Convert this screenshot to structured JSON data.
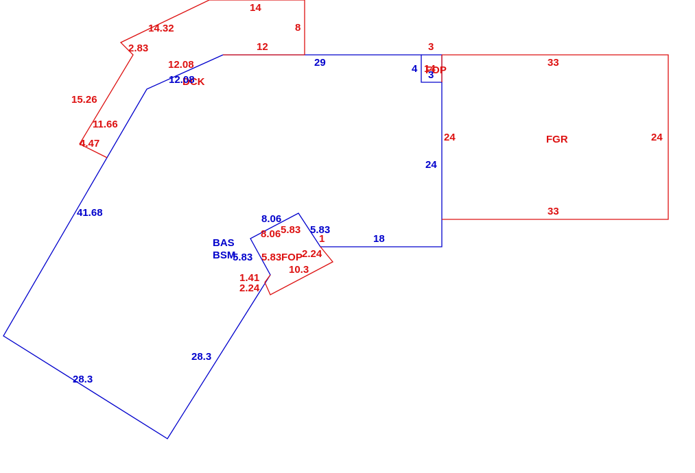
{
  "colors": {
    "blue": "#0000cc",
    "red": "#dd1111",
    "background": "#ffffff"
  },
  "area_labels": {
    "bas": "BAS",
    "bsm": "BSM",
    "dck": "DCK",
    "fop_large": "FOP",
    "fop_small": "FOP",
    "fgr": "FGR"
  },
  "dimensions": {
    "blue": {
      "top_29": "29",
      "right_24": "24",
      "bottom_18": "18",
      "notch_4": "4",
      "notch_3": "3",
      "diag_12_08": "12.08",
      "diag_41_68": "41.68",
      "bottom_left_28_3": "28.3",
      "inner_28_3": "28.3",
      "bay_8_06": "8.06",
      "bay_5_83_left": "5.83",
      "bay_5_83_right": "5.83"
    },
    "red": {
      "dck_14": "14",
      "dck_8": "8",
      "dck_12": "12",
      "dck_14_32": "14.32",
      "dck_2_83": "2.83",
      "dck_12_08": "12.08",
      "dck_15_26": "15.26",
      "dck_11_66": "11.66",
      "dck_4_47": "4.47",
      "fop_3": "3",
      "fop_14": "14",
      "fgr_33_top": "33",
      "fgr_33_bottom": "33",
      "fgr_24_left": "24",
      "fgr_24_right": "24",
      "fop_8_06": "8.06",
      "fop_5_83_top": "5.83",
      "fop_1": "1",
      "fop_2_24_right": "2.24",
      "fop_10_3": "10.3",
      "fop_5_83_left": "5.83",
      "fop_1_41": "1.41",
      "fop_2_24_left": "2.24"
    }
  }
}
